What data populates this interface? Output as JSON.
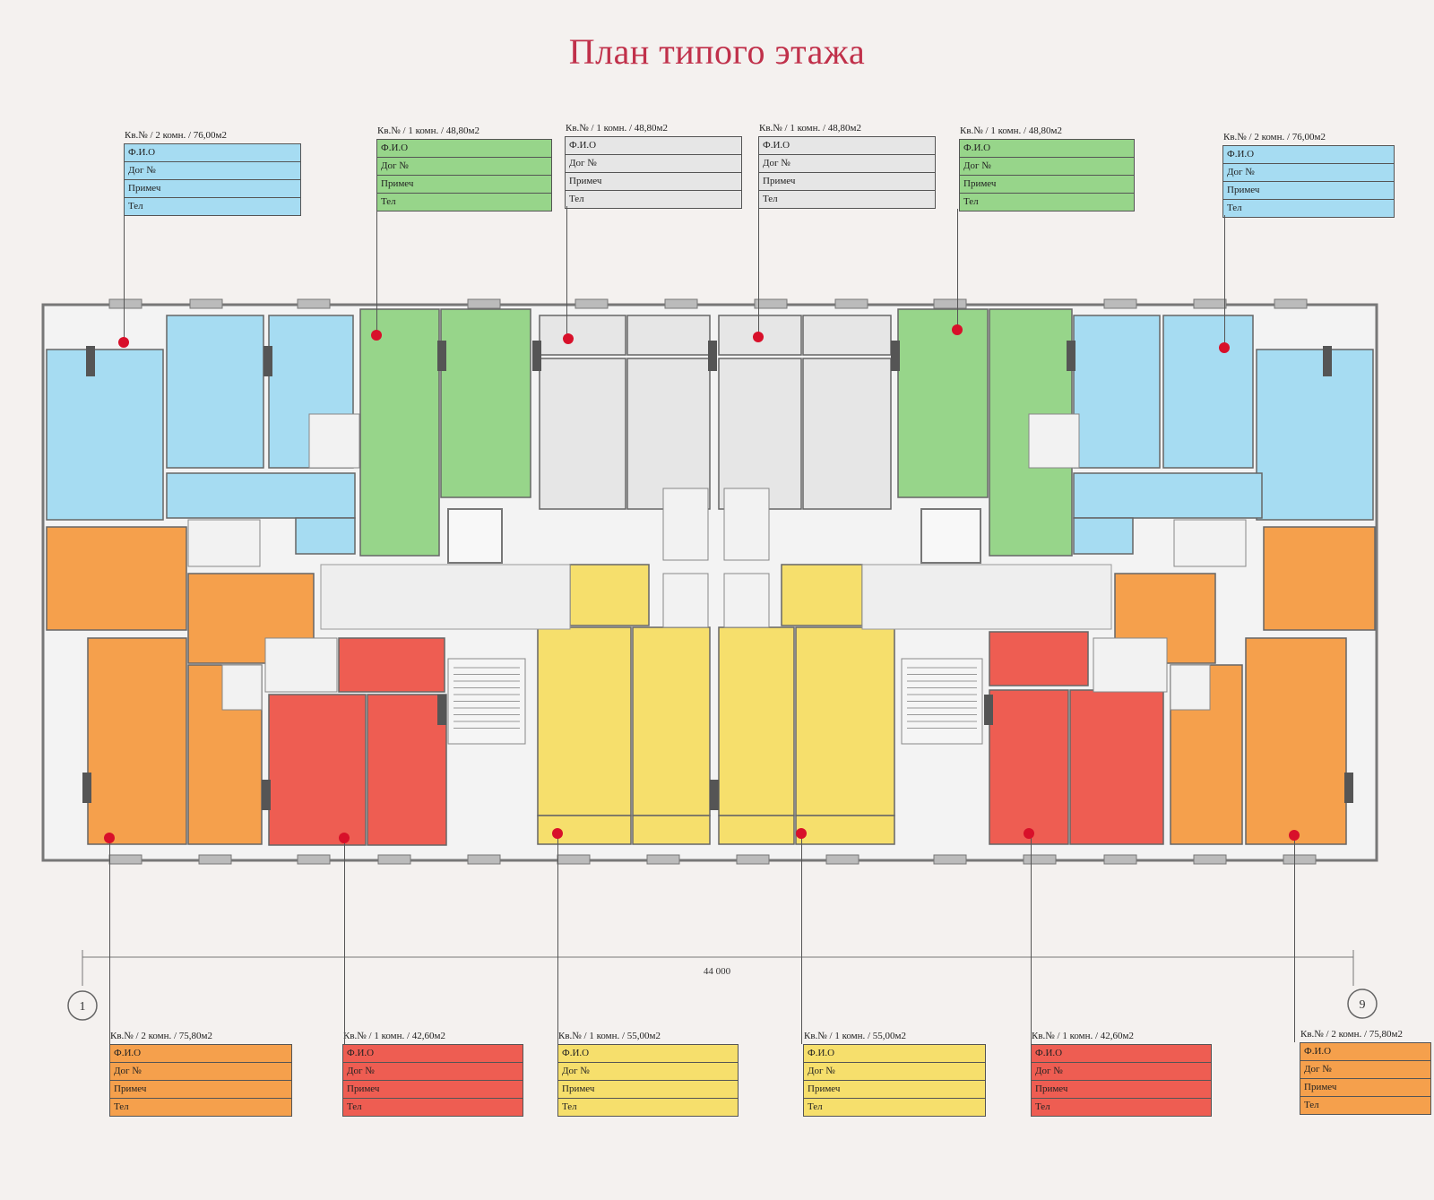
{
  "title": "План типого этажа",
  "colors": {
    "blue": "#a6dcf2",
    "green": "#97d58a",
    "gray": "#e6e6e6",
    "orange": "#f5a04c",
    "red": "#ee5d52",
    "yellow": "#f6df6c",
    "corridor": "#eeeeee"
  },
  "fields": [
    "Ф.И.О",
    "Дог №",
    "Примеч",
    "Тел"
  ],
  "top_cards": [
    {
      "header": "Кв.№    / 2 комн. / 76,00м2",
      "color": "blue"
    },
    {
      "header": "Кв.№    / 1 комн. / 48,80м2",
      "color": "green"
    },
    {
      "header": "Кв.№    / 1 комн. / 48,80м2",
      "color": "gray"
    },
    {
      "header": "Кв.№    / 1 комн. / 48,80м2",
      "color": "gray"
    },
    {
      "header": "Кв.№    / 1 комн. / 48,80м2",
      "color": "green"
    },
    {
      "header": "Кв.№    / 2 комн. / 76,00м2",
      "color": "blue"
    }
  ],
  "bottom_cards": [
    {
      "header": "Кв.№    / 2 комн. / 75,80м2",
      "color": "orange"
    },
    {
      "header": "Кв.№    / 1 комн. / 42,60м2",
      "color": "red"
    },
    {
      "header": "Кв.№    / 1 комн. / 55,00м2",
      "color": "yellow"
    },
    {
      "header": "Кв.№    / 1 комн. / 55,00м2",
      "color": "yellow"
    },
    {
      "header": "Кв.№    / 1 комн. / 42,60м2",
      "color": "red"
    },
    {
      "header": "Кв.№    / 2 комн. / 75,80м2",
      "color": "orange"
    }
  ],
  "axes": {
    "left": "1",
    "right": "9",
    "dimension": "44 000"
  }
}
